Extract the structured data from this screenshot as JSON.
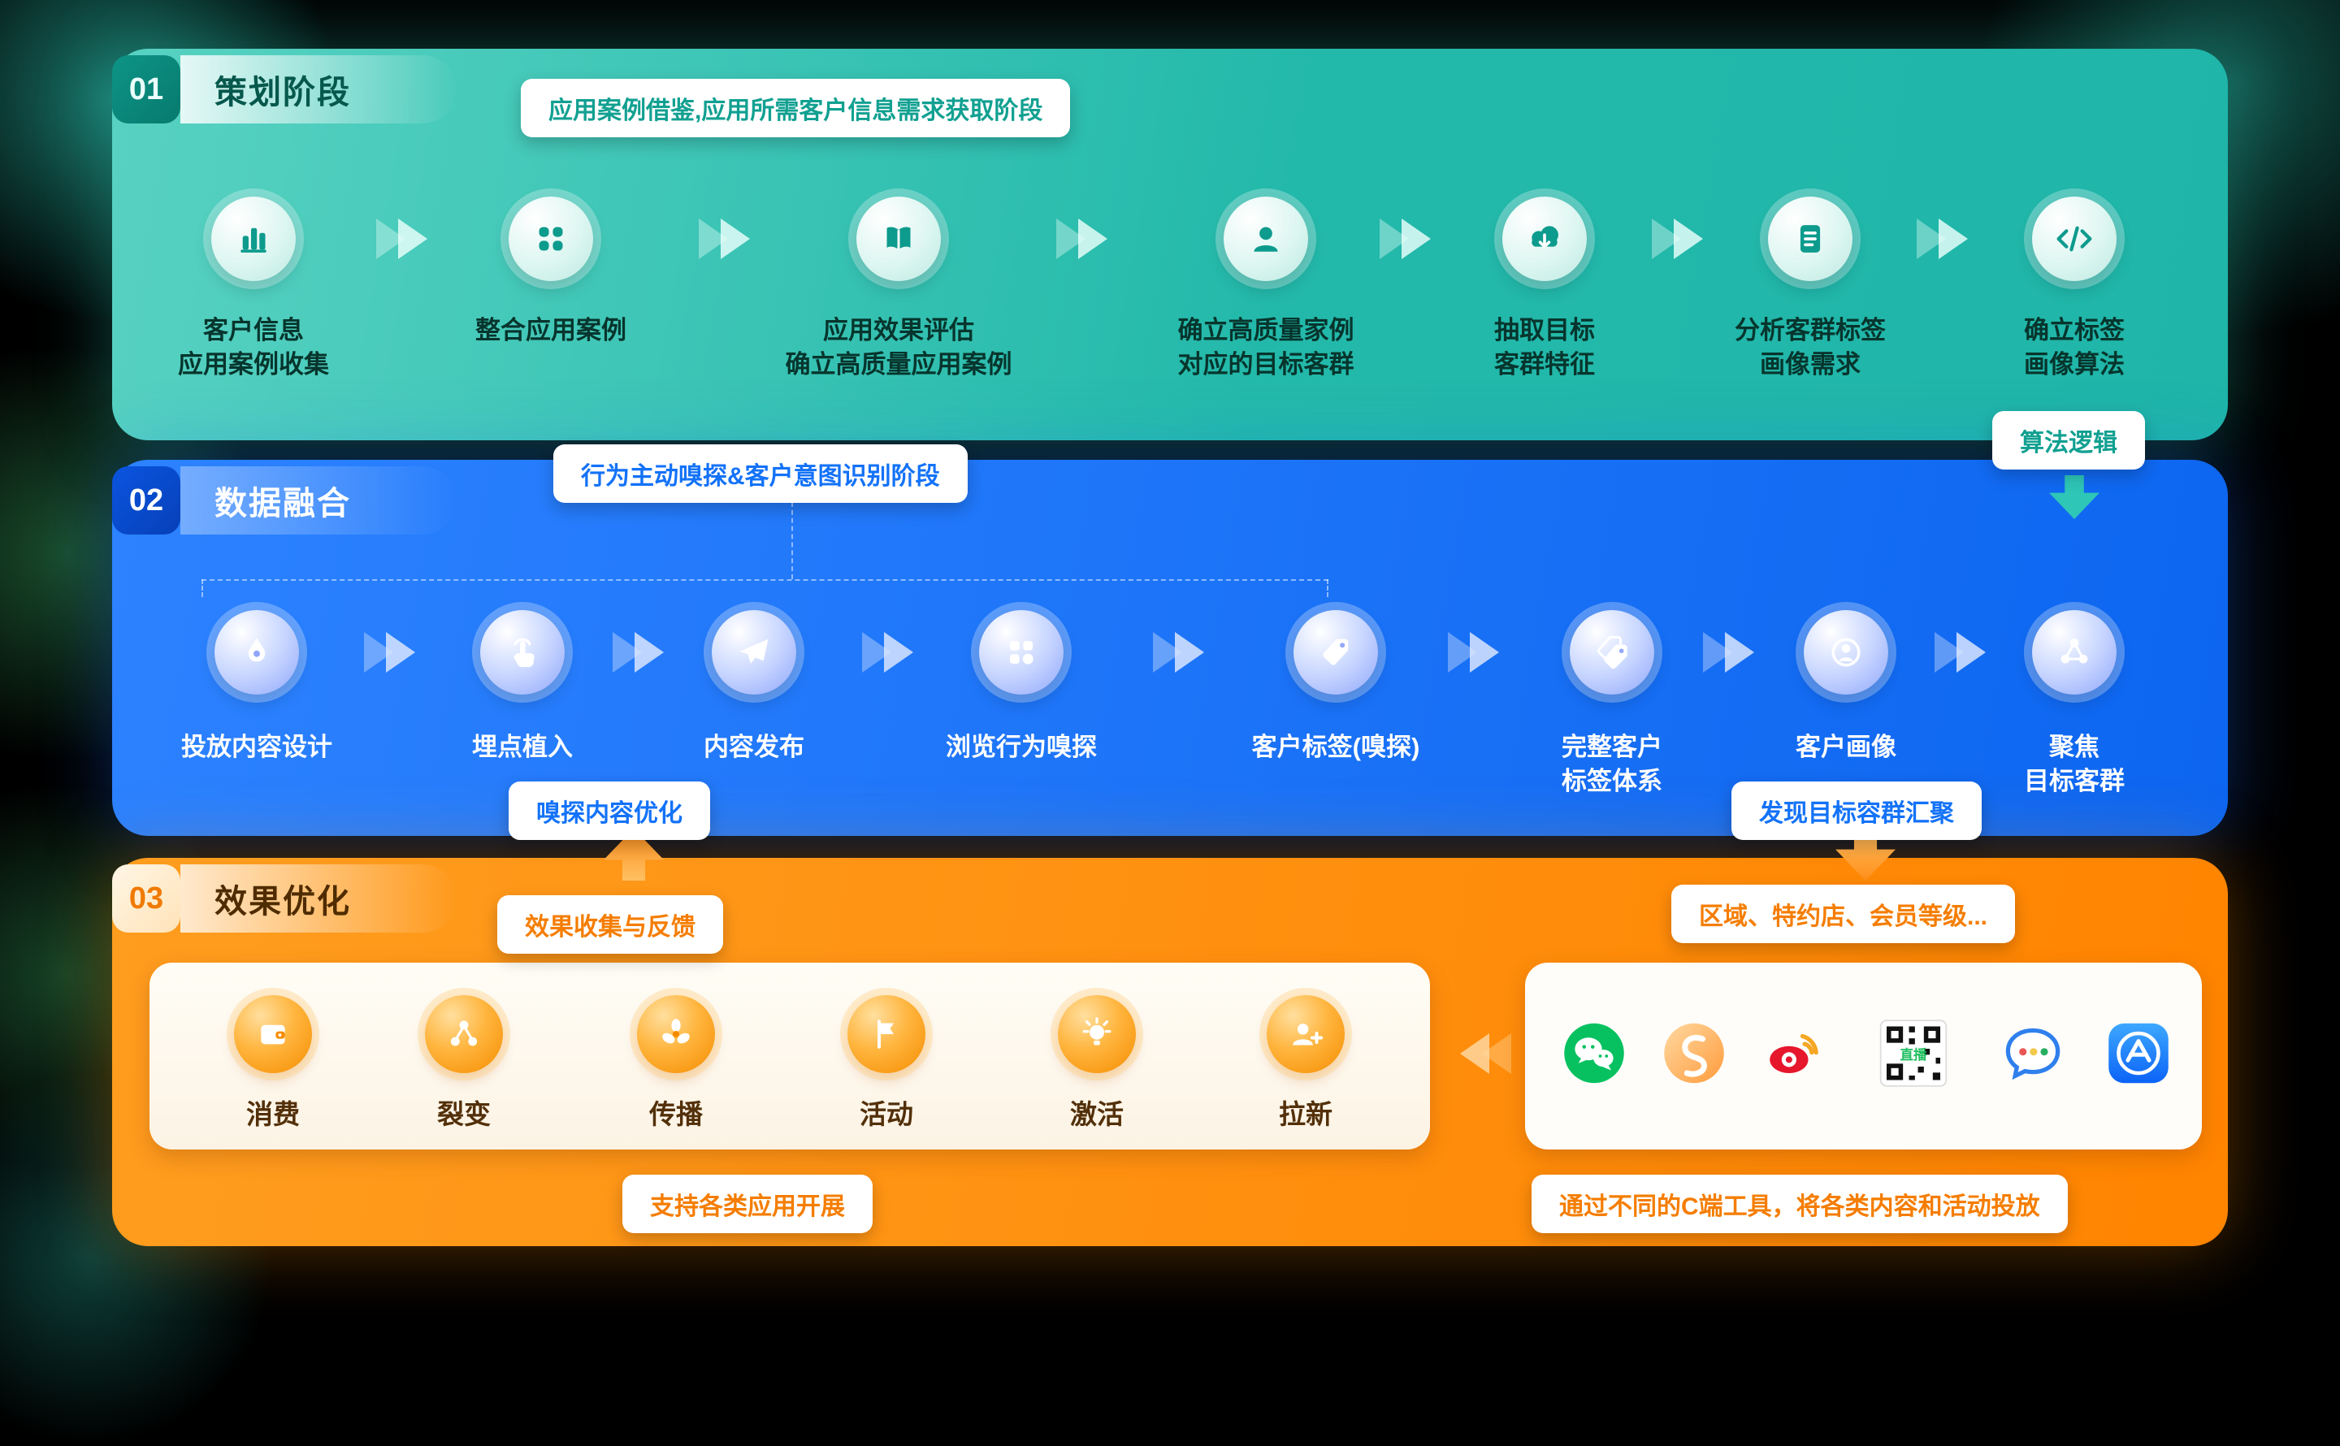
{
  "phase1": {
    "number": "01",
    "title": "策划阶段",
    "banner": "应用案例借鉴,应用所需客户信息需求获取阶段",
    "algo_tag": "算法逻辑",
    "steps": [
      {
        "label": "客户信息\n应用案例收集",
        "icon": "bar-chart-icon"
      },
      {
        "label": "整合应用案例",
        "icon": "app-grid-icon"
      },
      {
        "label": "应用效果评估\n确立高质量应用案例",
        "icon": "open-book-icon"
      },
      {
        "label": "确立高质量家例\n对应的目标客群",
        "icon": "user-icon"
      },
      {
        "label": "抽取目标\n客群特征",
        "icon": "cloud-download-icon"
      },
      {
        "label": "分析客群标签\n画像需求",
        "icon": "document-list-icon"
      },
      {
        "label": "确立标签\n画像算法",
        "icon": "code-icon"
      }
    ]
  },
  "phase2": {
    "number": "02",
    "title": "数据融合",
    "banner": "行为主动嗅探&客户意图识别阶段",
    "optimize_tag": "嗅探内容优化",
    "gather_tag": "发现目标容群汇聚",
    "steps": [
      {
        "label": "投放内容设计",
        "icon": "pen-icon"
      },
      {
        "label": "埋点植入",
        "icon": "tap-icon"
      },
      {
        "label": "内容发布",
        "icon": "paper-plane-icon"
      },
      {
        "label": "浏览行为嗅探",
        "icon": "browse-grid-icon"
      },
      {
        "label": "客户标签(嗅探)",
        "icon": "tag-icon"
      },
      {
        "label": "完整客户\n标签体系",
        "icon": "tags-icon"
      },
      {
        "label": "客户画像",
        "icon": "user-circle-icon"
      },
      {
        "label": "聚焦\n目标客群",
        "icon": "network-icon"
      }
    ]
  },
  "phase3": {
    "number": "03",
    "title": "效果优化",
    "feedback_tag": "效果收集与反馈",
    "segment_tag": "区域、特约店、会员等级...",
    "apps_caption": "支持各类应用开展",
    "tools_caption": "通过不同的C端工具，将各类内容和活动投放",
    "qr_label": "直播",
    "activities": [
      {
        "label": "消费",
        "icon": "wallet-icon"
      },
      {
        "label": "裂变",
        "icon": "split-icon"
      },
      {
        "label": "传播",
        "icon": "fan-icon"
      },
      {
        "label": "活动",
        "icon": "flag-icon"
      },
      {
        "label": "激活",
        "icon": "bulb-icon"
      },
      {
        "label": "拉新",
        "icon": "user-plus-icon"
      }
    ],
    "tools": [
      "wechat-icon",
      "channels-icon",
      "weibo-icon",
      "qr-live-icon",
      "chat-icon",
      "appstore-icon"
    ]
  },
  "colors": {
    "phase1": "#1DB4A6",
    "phase2": "#0B63EF",
    "phase3": "#FF8400"
  }
}
